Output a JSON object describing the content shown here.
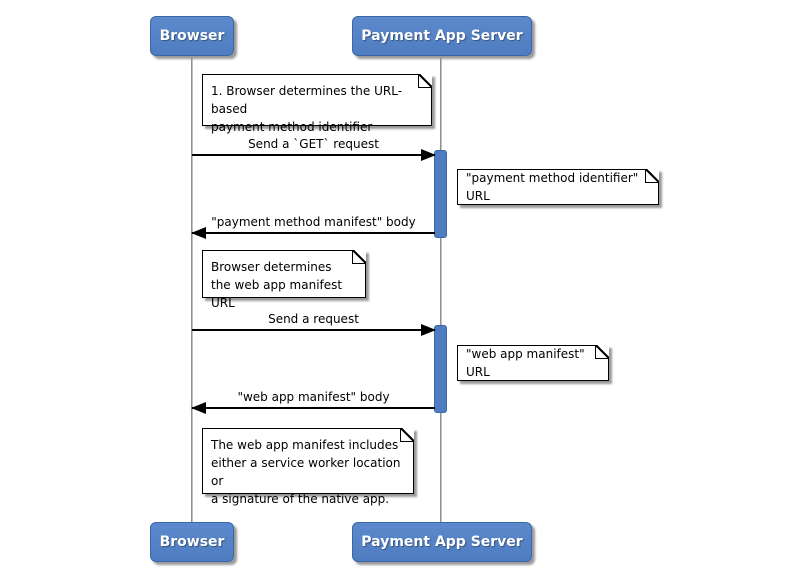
{
  "diagram_type": "sequence",
  "actors": [
    {
      "label": "Browser"
    },
    {
      "label": "Payment App Server"
    }
  ],
  "messages": [
    {
      "from": "Browser",
      "to": "Payment App Server",
      "label": "Send a `GET` request"
    },
    {
      "from": "Payment App Server",
      "to": "Browser",
      "label": "\"payment method manifest\" body"
    },
    {
      "from": "Browser",
      "to": "Payment App Server",
      "label": "Send a request"
    },
    {
      "from": "Payment App Server",
      "to": "Browser",
      "label": "\"web app manifest\" body"
    }
  ],
  "notes": [
    {
      "attached_to": "Browser",
      "text": "1. Browser determines the URL-based\npayment method identifier"
    },
    {
      "attached_to": "Payment App Server",
      "text": "\"payment method identifier\" URL"
    },
    {
      "attached_to": "Browser",
      "text": "Browser determines\nthe web app manifest URL"
    },
    {
      "attached_to": "Payment App Server",
      "text": "\"web app manifest\" URL"
    },
    {
      "attached_to": "Browser",
      "text": "The web app manifest includes\neither a service worker location or\na signature of the native app."
    }
  ],
  "colors": {
    "actor_fill": "#4f7dc1",
    "actor_fill_light": "#5b89cb",
    "actor_border": "#3a66a8",
    "actor_text": "#ffffff",
    "activation_fill": "#4f7dc1",
    "activation_border": "#3a66a8",
    "lifeline": "#8c8c8c",
    "message_line": "#000000",
    "message_text": "#000000",
    "note_fill": "#ffffff",
    "note_border": "#000000",
    "note_text": "#000000",
    "shadow": "#999999",
    "background": "#ffffff"
  }
}
